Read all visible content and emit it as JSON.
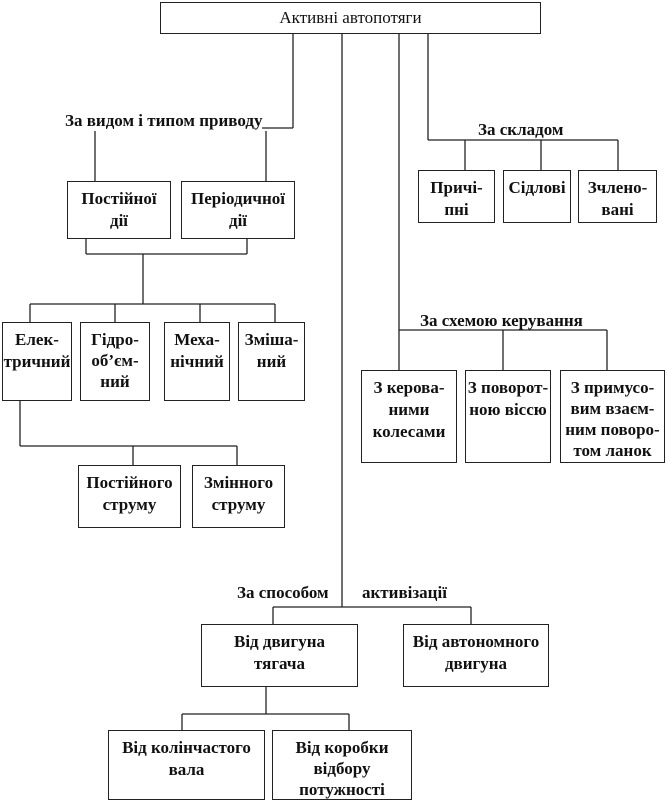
{
  "root": "Активні автопотяги",
  "groups": {
    "drive": {
      "label": "За видом і типом приводу",
      "action": [
        "Постійної\nдії",
        "Періодичної\nдії"
      ],
      "types": [
        "Елек-\nтричний",
        "Гідро-\nоб’єм-\nний",
        "Меха-\nнічний",
        "Зміша-\nний"
      ],
      "current": [
        "Постійного\nструму",
        "Змінного\nструму"
      ]
    },
    "composition": {
      "label": "За складом",
      "items": [
        "Причі-\nпні",
        "Сідлові",
        "Зчлено-\nвані"
      ]
    },
    "steering": {
      "label": "За схемою керування",
      "items": [
        "З керова-\nними\nколесами",
        "З поворот-\nною віссю",
        "З примусо-\nвим взаєм-\nним поворо-\nтом ланок"
      ]
    },
    "activation": {
      "label_left": "За способом",
      "label_right": "активізації",
      "items": [
        "Від двигуна\nтягача",
        "Від автономного\nдвигуна"
      ],
      "sub": [
        "Від колінчастого\nвала",
        "Від коробки\nвідбору\nпотужності"
      ]
    }
  }
}
